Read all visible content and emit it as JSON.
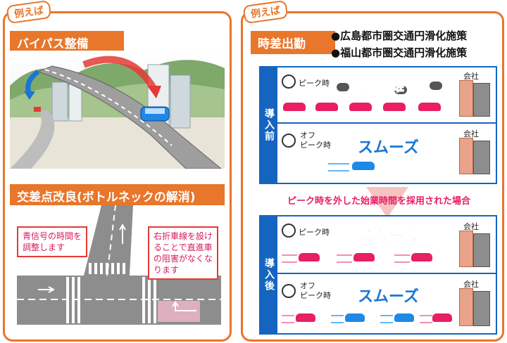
{
  "left": {
    "tag": "例えば",
    "section1_title": "バイパス整備",
    "section2_title": "交差点改良(ボトルネックの解消)",
    "callout_left": "青信号の時間を調整します",
    "callout_right": "右折車線を設けることで直進車の阻害がなくなります"
  },
  "right": {
    "tag": "例えば",
    "title": "時差出勤",
    "bullets": [
      "●広島都市圏交通円滑化施策",
      "●福山都市圏交通円滑化施策"
    ],
    "before_label": "導入前",
    "after_label": "導入後",
    "peak": "ピーク時",
    "offpeak_line1": "オフ",
    "offpeak_line2": "ピーク時",
    "congested": "混　雑",
    "smooth": "スムーズ",
    "company": "会社",
    "banner": "ピーク時を外した始業時間を採用された場合"
  },
  "colors": {
    "accent": "#e8762b",
    "blue": "#1565c0",
    "pink": "#e91e63"
  }
}
